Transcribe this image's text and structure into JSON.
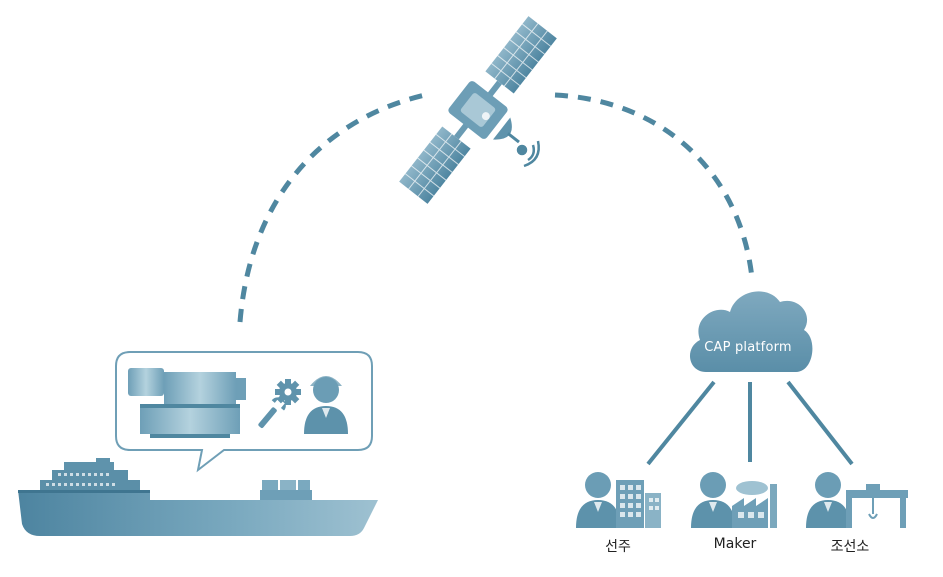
{
  "diagram": {
    "cloud_label": "CAP platform",
    "stakeholders": [
      {
        "label": "선주"
      },
      {
        "label": "Maker"
      },
      {
        "label": "조선소"
      }
    ],
    "colors": {
      "primary": "#5b8fa8",
      "light": "#a9c8d6",
      "dark": "#3f7590",
      "dash": "#4f87a0"
    },
    "icons": [
      "satellite-icon",
      "cloud-icon",
      "ship-icon",
      "engine-icon",
      "wrench-icon",
      "gear-icon",
      "engineer-icon",
      "person-icon",
      "building-icon",
      "factory-icon",
      "crane-icon"
    ]
  }
}
